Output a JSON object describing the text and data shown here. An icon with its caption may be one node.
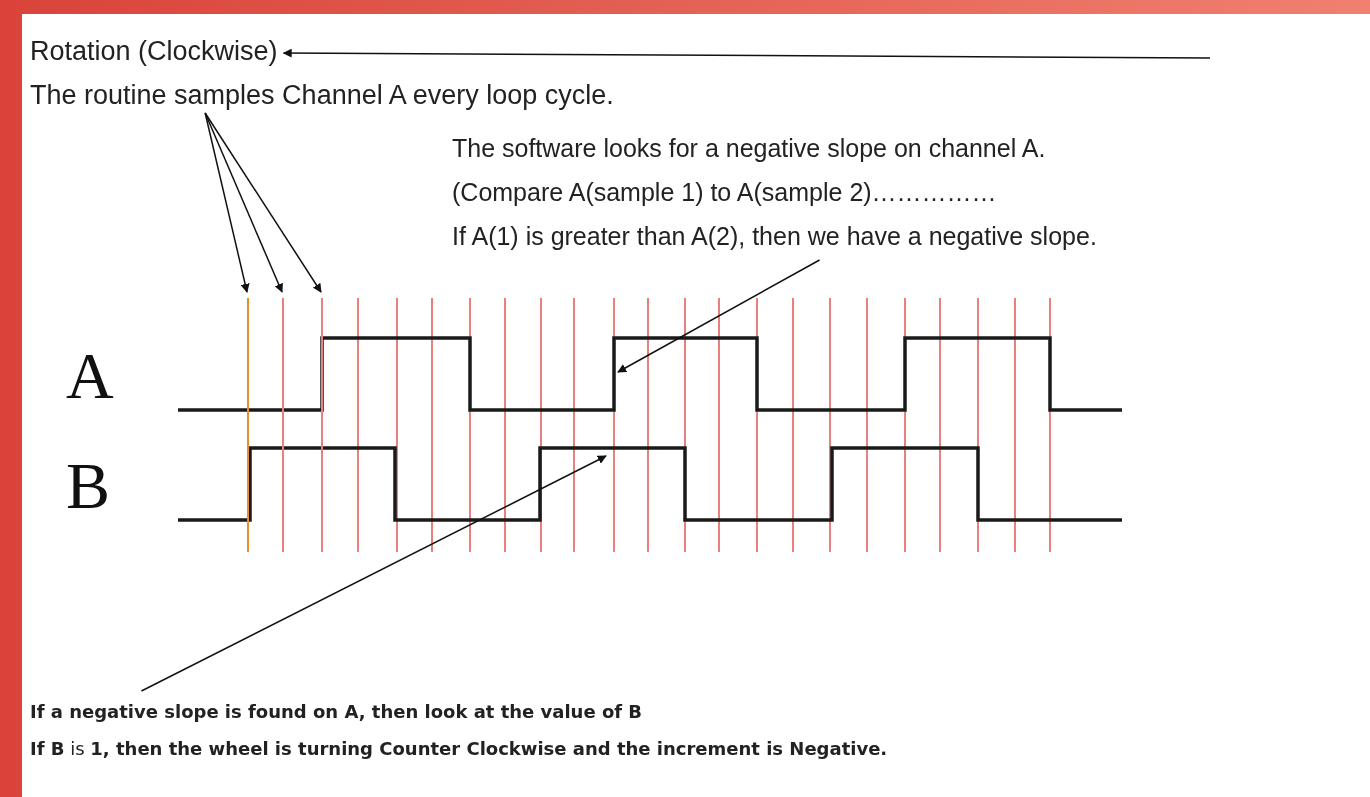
{
  "diagram": {
    "nodes": [
      {
        "text": [
          "Rotation (Clockwise)"
        ]
      },
      {
        "text": [
          "The routine samples Channel A every loop cycle."
        ]
      },
      {
        "text": [],
        "shape": "line"
      },
      {
        "text": [],
        "shape": "line"
      },
      {
        "text": [],
        "shape": "line"
      },
      {
        "text": [
          "The software looks for a negative slope on channel A.",
          "(Compare A(sample 1) to A(sample 2)……………",
          "If A(1) is greater than A(2), then we have a negative slope."
        ]
      },
      {
        "text": [
          "If a negative slope is found on A, then look at the value of B",
          "**If B** is **1, then the wheel is turning Counter Clockwise and the increment is Negative.**"
        ]
      }
    ],
    "edges": [
      {
        "from": null,
        "to": 0,
        "arrow": "to"
      },
      {
        "from": 1,
        "to": 2,
        "arrow": "to"
      },
      {
        "from": 1,
        "to": 3,
        "arrow": "to"
      },
      {
        "from": 1,
        "to": 4,
        "arrow": "to"
      },
      {
        "from": 5,
        "to": null,
        "arrow": "to"
      },
      {
        "from": 6,
        "to": null,
        "arrow": "to"
      }
    ],
    "labels": [
      "A",
      "B"
    ]
  }
}
